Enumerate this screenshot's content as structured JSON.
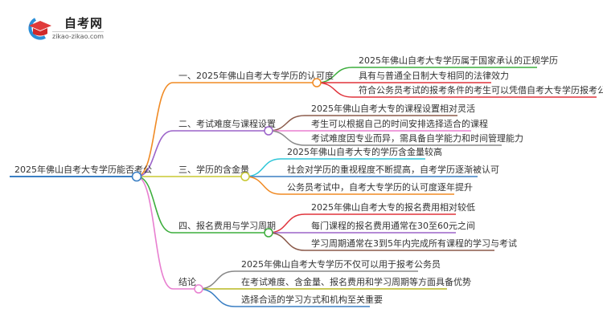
{
  "logo": {
    "brand": "自考网",
    "url": "zikao-zikao.com"
  },
  "root": {
    "label": "2025年佛山自考大专学历能否考公",
    "color": "#3a7fc4"
  },
  "branches": [
    {
      "label": "一、2025年佛山自考大专学历的认可度",
      "color": "#f08a24",
      "children": [
        {
          "label": "2025年佛山自考大专学历属于国家承认的正规学历",
          "color": "#3cad3c"
        },
        {
          "label": "具有与普通全日制大专相同的法律效力",
          "color": "#e0343c"
        },
        {
          "label": "符合公务员考试的报考条件的考生可以凭借自考大专学历报考公务员",
          "color": "#e0343c"
        }
      ]
    },
    {
      "label": "二、考试难度与课程设置",
      "color": "#9b63c9",
      "children": [
        {
          "label": "2025年佛山自考大专的课程设置相对灵活",
          "color": "#8b5a4a"
        },
        {
          "label": "考生可以根据自己的时间安排选择适合的课程",
          "color": "#e87fd0"
        },
        {
          "label": "考试难度因专业而异，需具备自学能力和时间管理能力",
          "color": "#888888"
        }
      ]
    },
    {
      "label": "三、学历的含金量",
      "color": "#c8c832",
      "children": [
        {
          "label": "2025年佛山自考大专的学历含金量较高",
          "color": "#2fc6d8"
        },
        {
          "label": "社会对学历的重视程度不断提高，自考学历逐渐被认可",
          "color": "#3a7fc4"
        },
        {
          "label": "公务员考试中，自考大专学历的认可度逐年提升",
          "color": "#f08a24"
        }
      ]
    },
    {
      "label": "四、报名费用与学习周期",
      "color": "#3cad3c",
      "children": [
        {
          "label": "2025年佛山自考大专的报名费用相对较低",
          "color": "#e0343c"
        },
        {
          "label": "每门课程的报名费用通常在30至60元之间",
          "color": "#9b63c9"
        },
        {
          "label": "学习周期通常在3到5年内完成所有课程的学习与考试",
          "color": "#8b5a4a"
        }
      ]
    },
    {
      "label": "结论",
      "color": "#e87fd0",
      "children": [
        {
          "label": "2025年佛山自考大专学历不仅可以用于报考公务员",
          "color": "#888888"
        },
        {
          "label": "在考试难度、含金量、报名费用和学习周期等方面具备优势",
          "color": "#b8b820"
        },
        {
          "label": "选择合适的学习方式和机构至关重要",
          "color": "#3a7fc4"
        }
      ]
    }
  ]
}
